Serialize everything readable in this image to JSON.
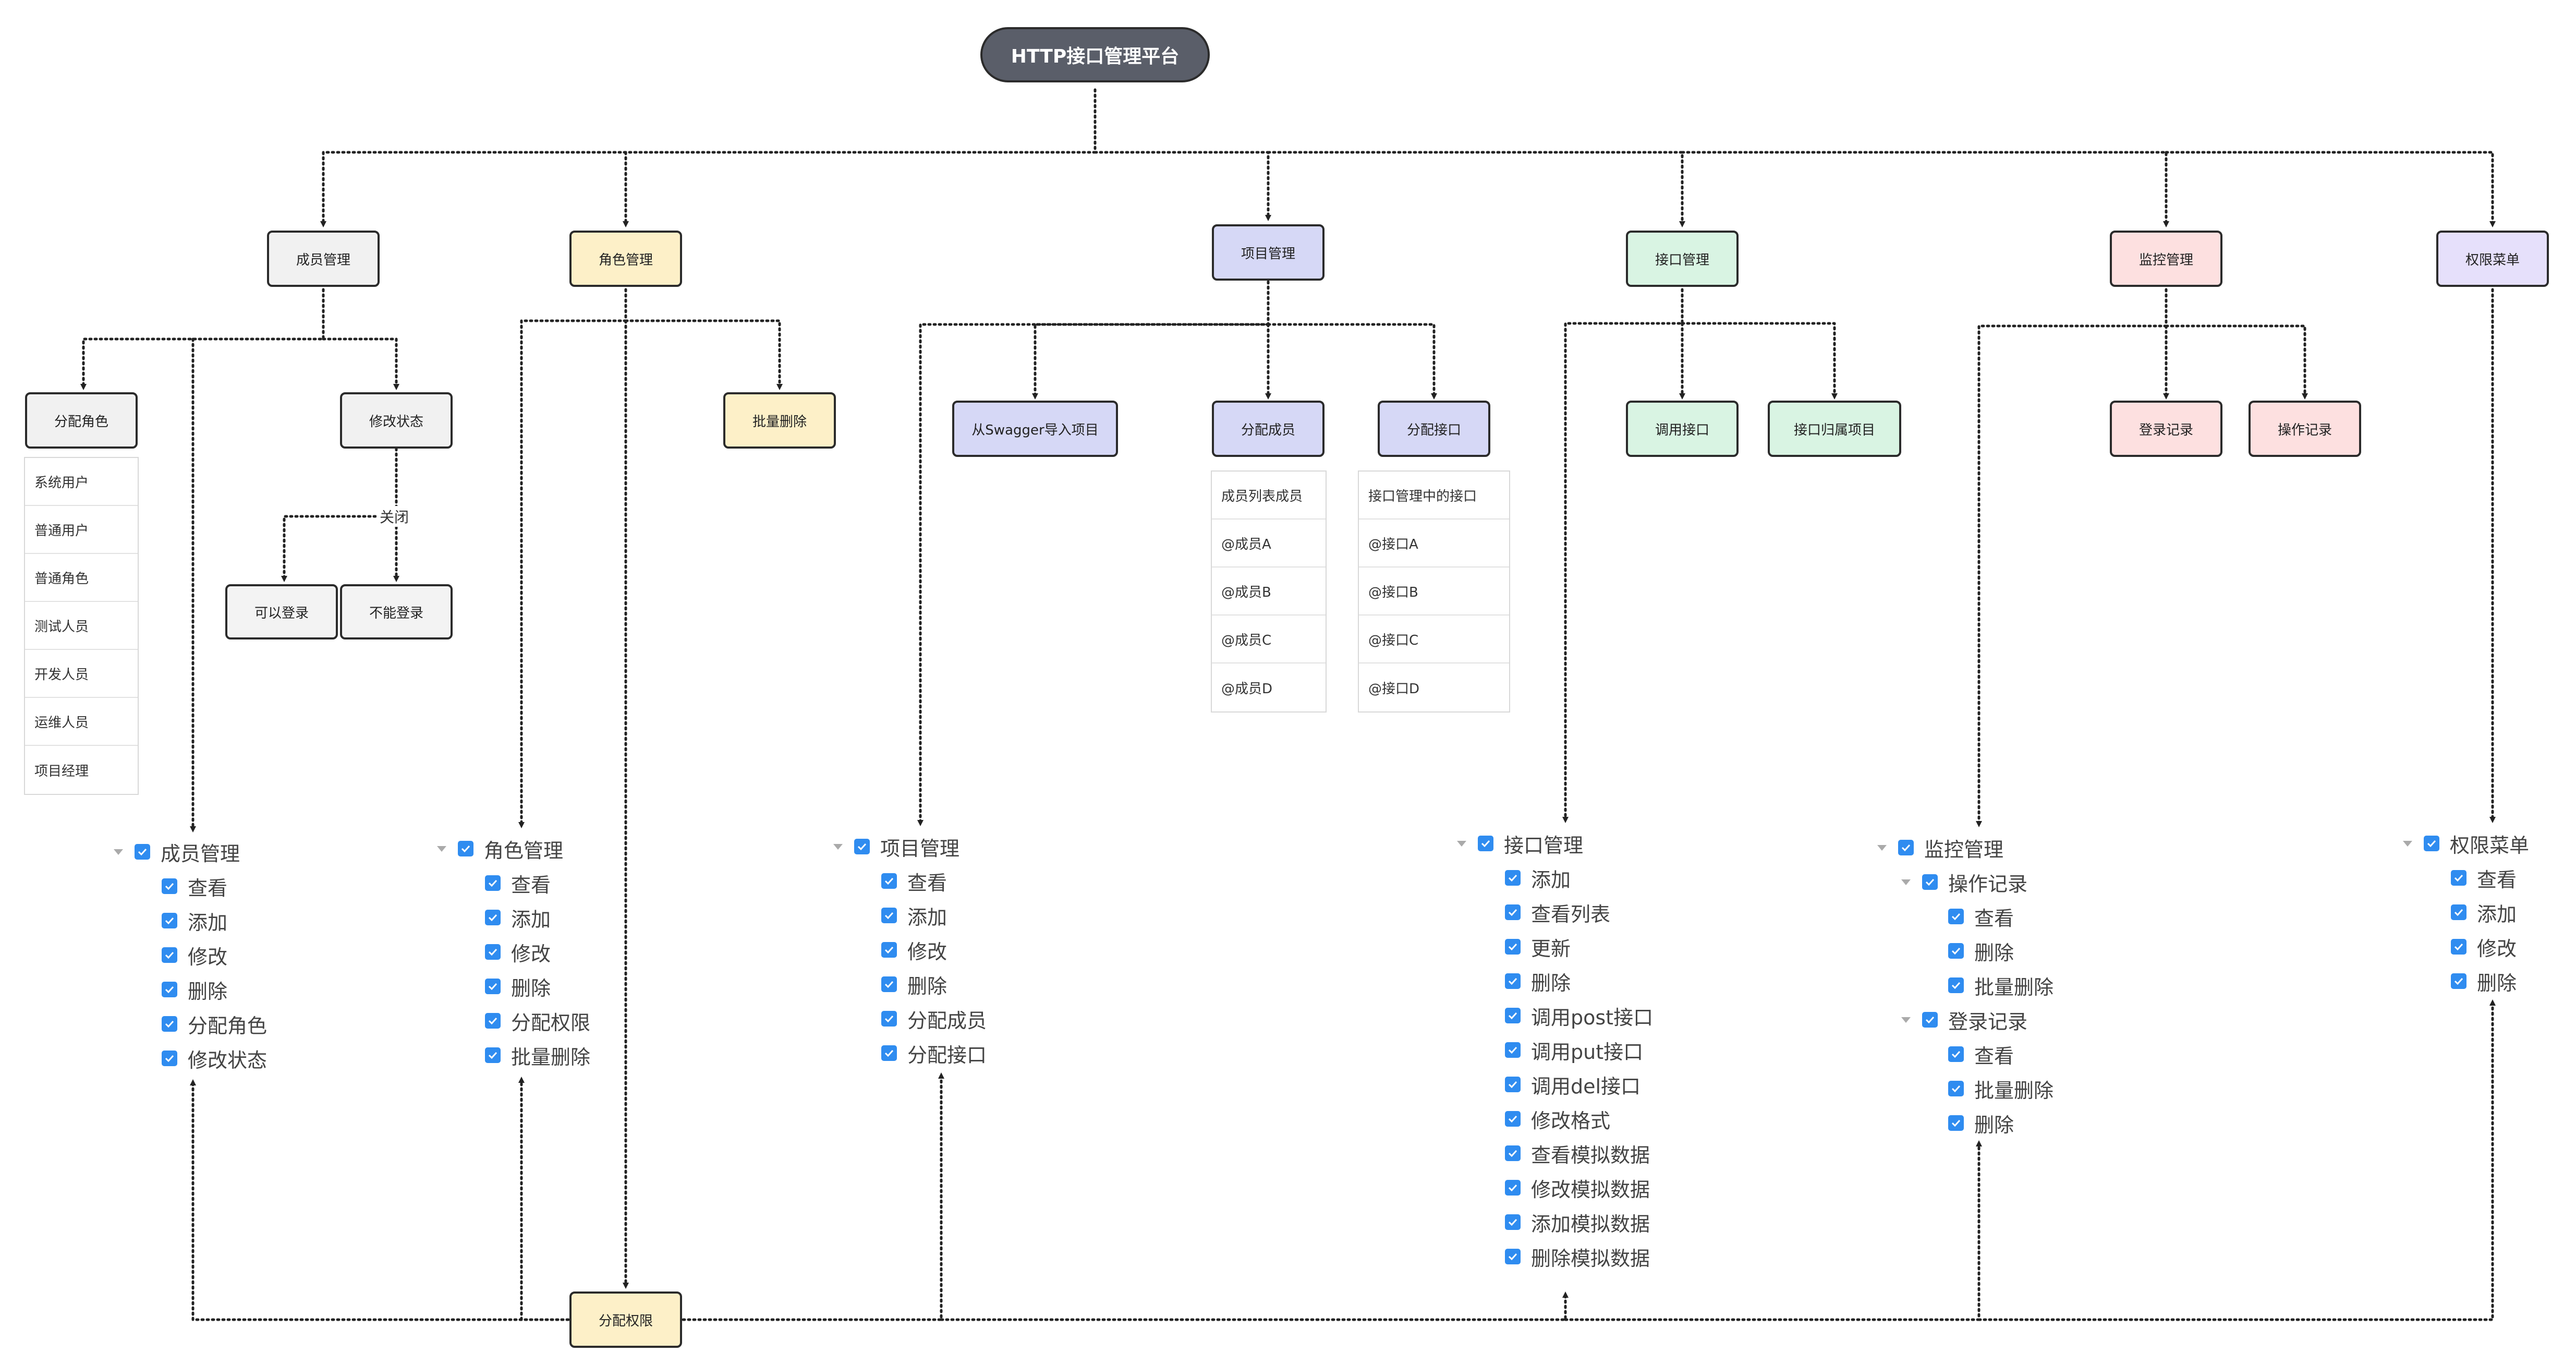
{
  "root": {
    "label": "HTTP接口管理平台",
    "color": "#5a5e69"
  },
  "modules": {
    "member": {
      "label": "成员管理",
      "color": "#f1f1f1"
    },
    "role": {
      "label": "角色管理",
      "color": "#fdf0c8"
    },
    "project": {
      "label": "项目管理",
      "color": "#d6d8f6"
    },
    "api": {
      "label": "接口管理",
      "color": "#d9f4e3"
    },
    "monitor": {
      "label": "监控管理",
      "color": "#fde0e0"
    },
    "perm": {
      "label": "权限菜单",
      "color": "#e6e0fb"
    }
  },
  "sub": {
    "assign_role": "分配角色",
    "modify_status": "修改状态",
    "close_label": "关闭",
    "can_login": "可以登录",
    "cannot_login": "不能登录",
    "batch_delete": "批量删除",
    "swagger_import": "从Swagger导入项目",
    "assign_member": "分配成员",
    "assign_api": "分配接口",
    "call_api": "调用接口",
    "api_project": "接口归属项目",
    "login_log": "登录记录",
    "op_log": "操作记录",
    "assign_perm": "分配权限"
  },
  "lists": {
    "roles": [
      "系统用户",
      "普通用户",
      "普通角色",
      "测试人员",
      "开发人员",
      "运维人员",
      "项目经理"
    ],
    "members": [
      "成员列表成员",
      "@成员A",
      "@成员B",
      "@成员C",
      "@成员D"
    ],
    "apis": [
      "接口管理中的接口",
      "@接口A",
      "@接口B",
      "@接口C",
      "@接口D"
    ]
  },
  "trees": {
    "member": {
      "title": "成员管理",
      "items": [
        "查看",
        "添加",
        "修改",
        "删除",
        "分配角色",
        "修改状态"
      ]
    },
    "role": {
      "title": "角色管理",
      "items": [
        "查看",
        "添加",
        "修改",
        "删除",
        "分配权限",
        "批量删除"
      ]
    },
    "project": {
      "title": "项目管理",
      "items": [
        "查看",
        "添加",
        "修改",
        "删除",
        "分配成员",
        "分配接口"
      ]
    },
    "api": {
      "title": "接口管理",
      "items": [
        "添加",
        "查看列表",
        "更新",
        "删除",
        "调用post接口",
        "调用put接口",
        "调用del接口",
        "修改格式",
        "查看模拟数据",
        "修改模拟数据",
        "添加模拟数据",
        "删除模拟数据"
      ]
    },
    "monitor": {
      "title": "监控管理",
      "op_title": "操作记录",
      "op_items": [
        "查看",
        "删除",
        "批量删除"
      ],
      "login_title": "登录记录",
      "login_items": [
        "查看",
        "批量删除",
        "删除"
      ]
    },
    "perm": {
      "title": "权限菜单",
      "items": [
        "查看",
        "添加",
        "修改",
        "删除"
      ]
    }
  },
  "colors": {
    "checkbox": "#2f8cf0",
    "line": "#222222"
  }
}
